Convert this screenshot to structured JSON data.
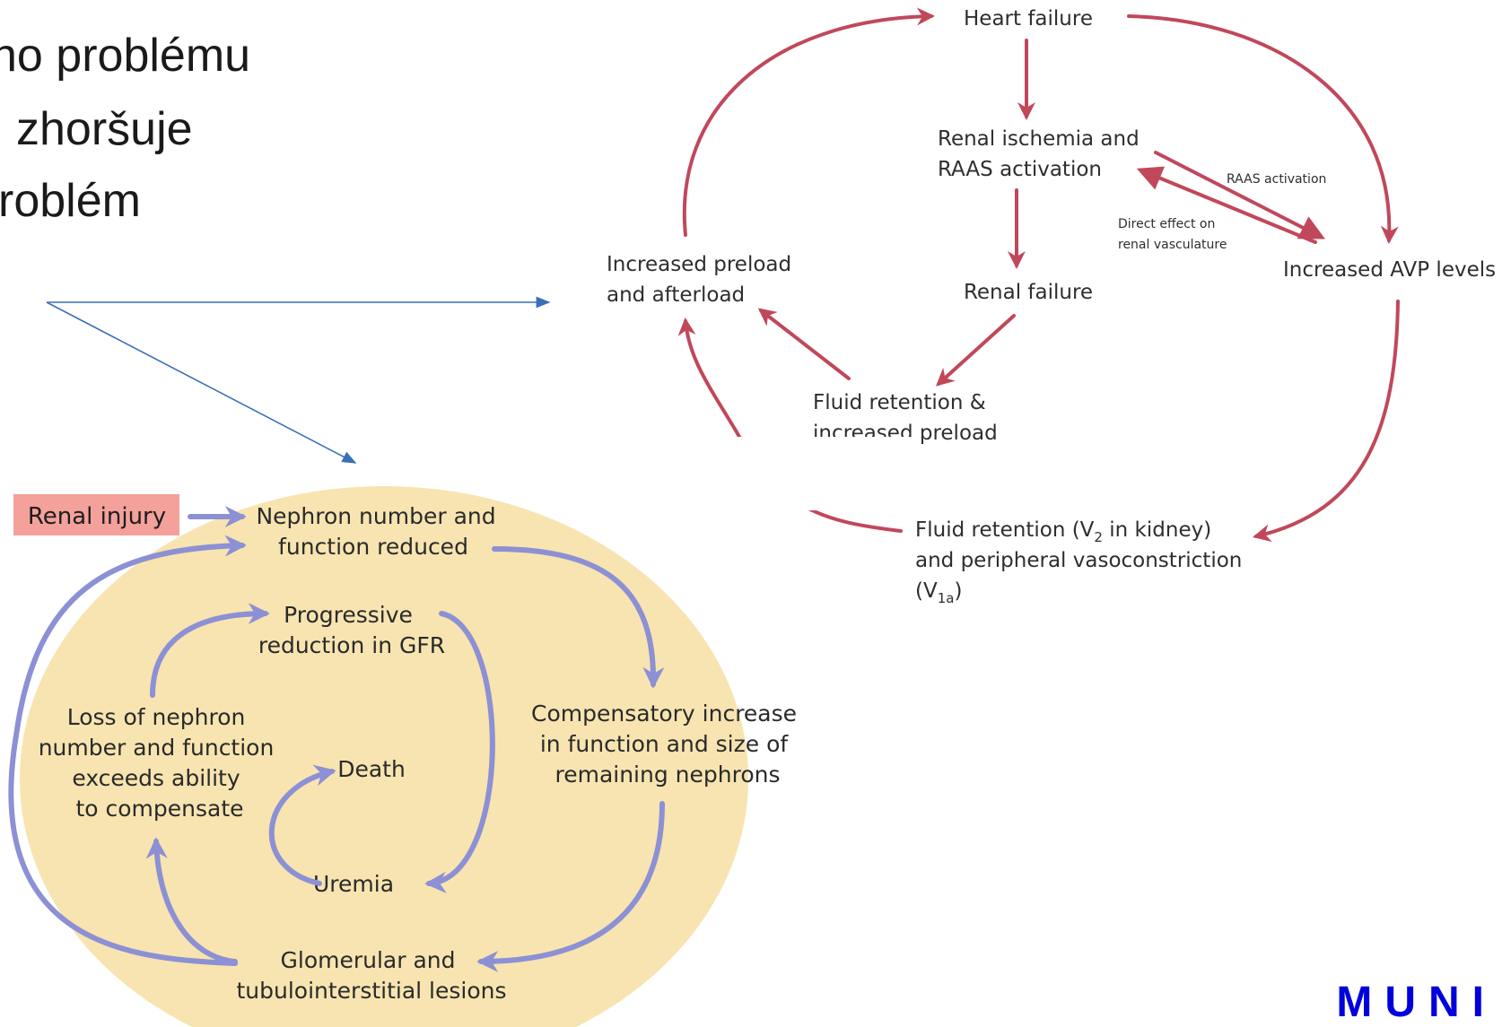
{
  "slide": {
    "lines": [
      "ho problému",
      "zhoršuje",
      "roblém"
    ]
  },
  "colors": {
    "heart_arrow": "#c0485a",
    "ckd_arrow": "#8c90d4",
    "ckd_ellipse": "#f8e4b0",
    "badge": "#f4a09b",
    "pointer": "#3a6fb8",
    "logo": "#0000dc"
  },
  "heart_diagram": {
    "heart_failure": "Heart failure",
    "renal_ischemia": [
      "Renal ischemia and",
      "RAAS activation"
    ],
    "raas_label": "RAAS activation",
    "direct_effect": [
      "Direct effect on",
      "renal vasculature"
    ],
    "increased_avp": "Increased AVP levels",
    "increased_preload": [
      "Increased preload",
      "and afterload"
    ],
    "renal_failure": "Renal failure",
    "fluid_preload": [
      "Fluid retention &",
      "increased preload"
    ],
    "fluid_v2_pre": "Fluid retention (V",
    "fluid_v2_sub": "2",
    "fluid_v2_post": " in kidney)",
    "vasoconstriction": "and peripheral vasoconstriction",
    "v1a_open": "(V",
    "v1a_sub": "1a",
    "v1a_close": ")"
  },
  "ckd_diagram": {
    "renal_injury": "Renal injury",
    "nephron_reduced": [
      "Nephron number and",
      "function reduced"
    ],
    "progressive": [
      "Progressive",
      "reduction in GFR"
    ],
    "compensatory": [
      "Compensatory increase",
      "in function and size of",
      "remaining nephrons"
    ],
    "loss": [
      "Loss of nephron",
      "number and function",
      "exceeds ability",
      "to compensate"
    ],
    "death": "Death",
    "uremia": "Uremia",
    "glomerular": [
      "Glomerular and",
      "tubulointerstitial lesions"
    ]
  },
  "logo": {
    "text": "MUNI"
  }
}
